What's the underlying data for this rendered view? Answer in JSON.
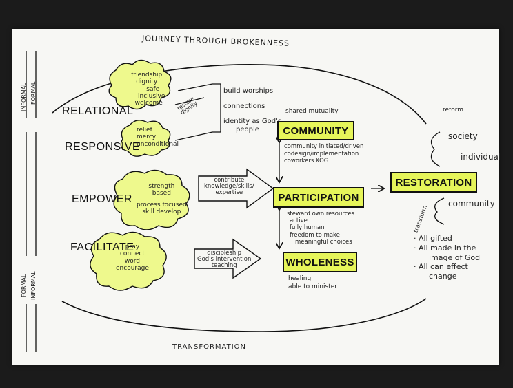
{
  "title": "JOURNEY THROUGH BROKENNESS",
  "bottom_label": "TRANSFORMATION",
  "left_axis": {
    "top": [
      "INFORMAL",
      "FORMAL"
    ],
    "bottom": [
      "FORMAL",
      "INFORMAL"
    ]
  },
  "approaches": [
    {
      "label": "RELATIONAL",
      "cloud": [
        "friendship",
        "dignity",
        "safe",
        "inclusive",
        "welcome"
      ],
      "arrow_note": [
        "restore",
        "dignity"
      ],
      "outcomes": [
        "build worships",
        "connections",
        "identity as God's",
        "people"
      ]
    },
    {
      "label": "RESPONSIVE",
      "cloud": [
        "relief",
        "mercy",
        "unconditional"
      ]
    },
    {
      "label": "EMPOWER",
      "cloud": [
        "strength",
        "based",
        "process focused",
        "skill develop"
      ],
      "arrow_text": [
        "contribute",
        "knowledge/skills/",
        "expertise"
      ]
    },
    {
      "label": "FACILITATE",
      "cloud": [
        "pray",
        "connect",
        "word",
        "encourage"
      ],
      "arrow_text": [
        "discipleship",
        "God's intervention",
        "teaching"
      ]
    }
  ],
  "center": {
    "note": "shared mutuality",
    "community": {
      "label": "COMMUNITY",
      "points": [
        "community initiated/driven",
        "codesign/implementation",
        "coworkers KOG"
      ]
    },
    "participation": {
      "label": "PARTICIPATION",
      "points": [
        "steward own resources",
        "active",
        "fully human",
        "freedom to make",
        "meaningful choices"
      ]
    },
    "wholeness": {
      "label": "WHOLENESS",
      "points": [
        "healing",
        "able to minister"
      ]
    }
  },
  "right": {
    "reform": "reform",
    "society": "society",
    "individual": "individual",
    "restoration": "RESTORATION",
    "transform": "transform",
    "community": "community",
    "beliefs": [
      "All gifted",
      "All made in the",
      "image of God",
      "All can effect",
      "change"
    ]
  },
  "colors": {
    "highlight": "#e6f55a",
    "ink": "#111111",
    "paper": "#f7f7f4",
    "background": "#1b1b1b"
  }
}
